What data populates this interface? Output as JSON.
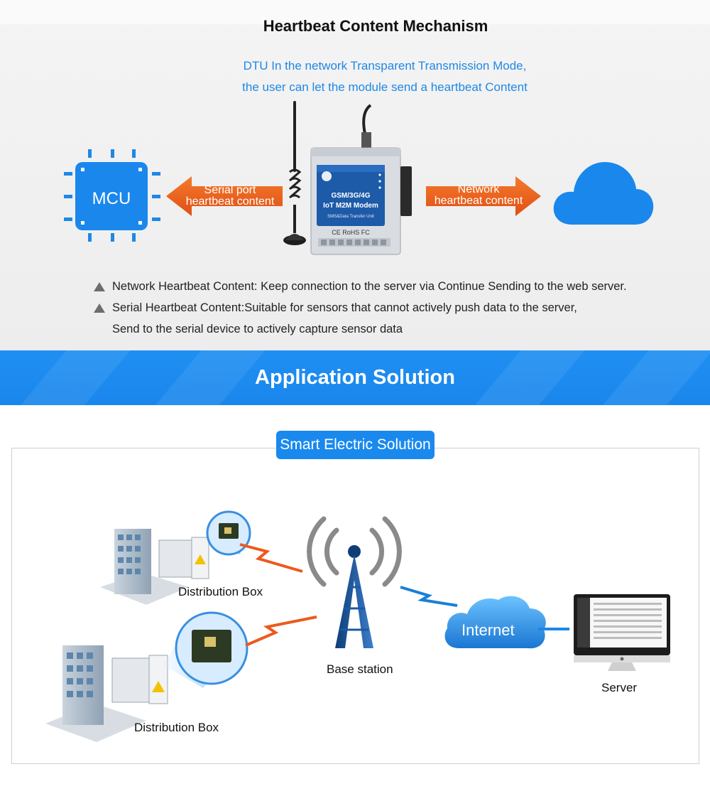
{
  "heartbeat": {
    "title": "Heartbeat Content Mechanism",
    "subtitle_line1": "DTU In the network Transparent Transmission Mode,",
    "subtitle_line2": "the user can let the module send a heartbeat Content",
    "mcu_label": "MCU",
    "serial_label_line1": "Serial port",
    "serial_label_line2": "heartbeat content",
    "network_label_line1": "Network",
    "network_label_line2": "heartbeat content",
    "device": {
      "line1": "GSM/3G/4G",
      "line2": "IoT M2M Modem",
      "line3": "SMS&Data Transfer Unit",
      "marks": "CE RoHS FC"
    },
    "bullets": [
      "Network Heartbeat Content: Keep connection to the server via Continue Sending to the web server.",
      "Serial Heartbeat Content:Suitable for sensors that cannot actively push data to the server,",
      "Send to the serial device to actively capture sensor data"
    ]
  },
  "banner": {
    "title": "Application Solution"
  },
  "solution": {
    "pill_label": "Smart Electric Solution",
    "distribution_box_1": "Distribution Box",
    "distribution_box_2": "Distribution Box",
    "base_station": "Base station",
    "internet": "Internet",
    "server": "Server"
  },
  "colors": {
    "accent_blue": "#1e88e5",
    "banner_blue": "#1a89ee",
    "arrow_orange": "#ec5a1e",
    "signal_blue": "#1a7fd6"
  }
}
